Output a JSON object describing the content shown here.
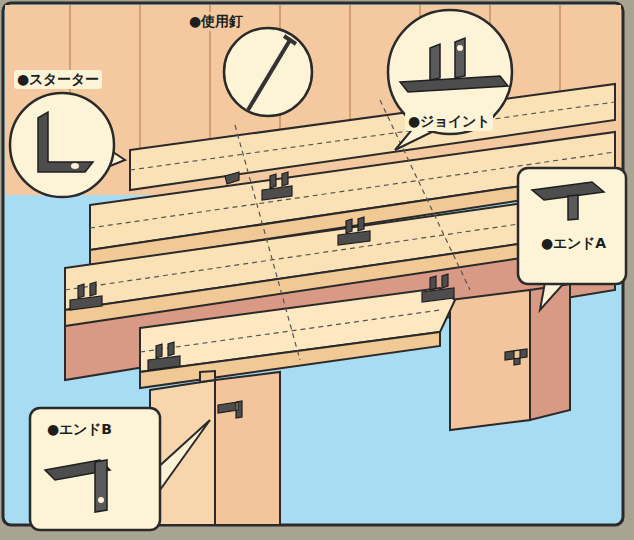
{
  "diagram": {
    "labels": [
      "●スターター",
      "●使用釘",
      "●ジョイント",
      "●エンドA",
      "●エンドB"
    ]
  }
}
